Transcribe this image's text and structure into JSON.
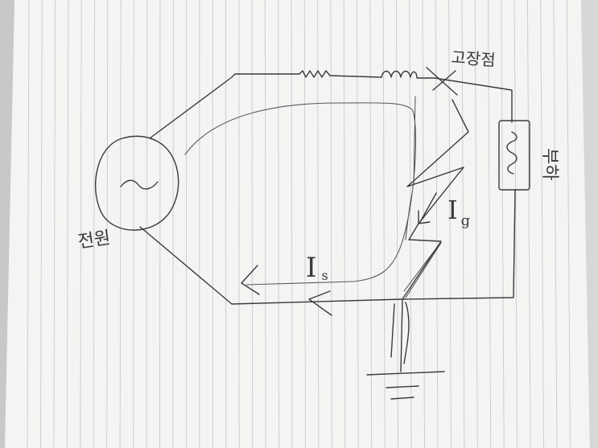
{
  "labels": {
    "source": "전원",
    "fault": "고장점",
    "load": "부하",
    "is_main": "I",
    "is_sub": "s",
    "ig_main": "I",
    "ig_sub": "g"
  },
  "colors": {
    "paper": "#f4f4f2",
    "rule_line": "#c9cdd6",
    "pencil": "#3a3a3c",
    "shadow": "#b9b9b7"
  }
}
